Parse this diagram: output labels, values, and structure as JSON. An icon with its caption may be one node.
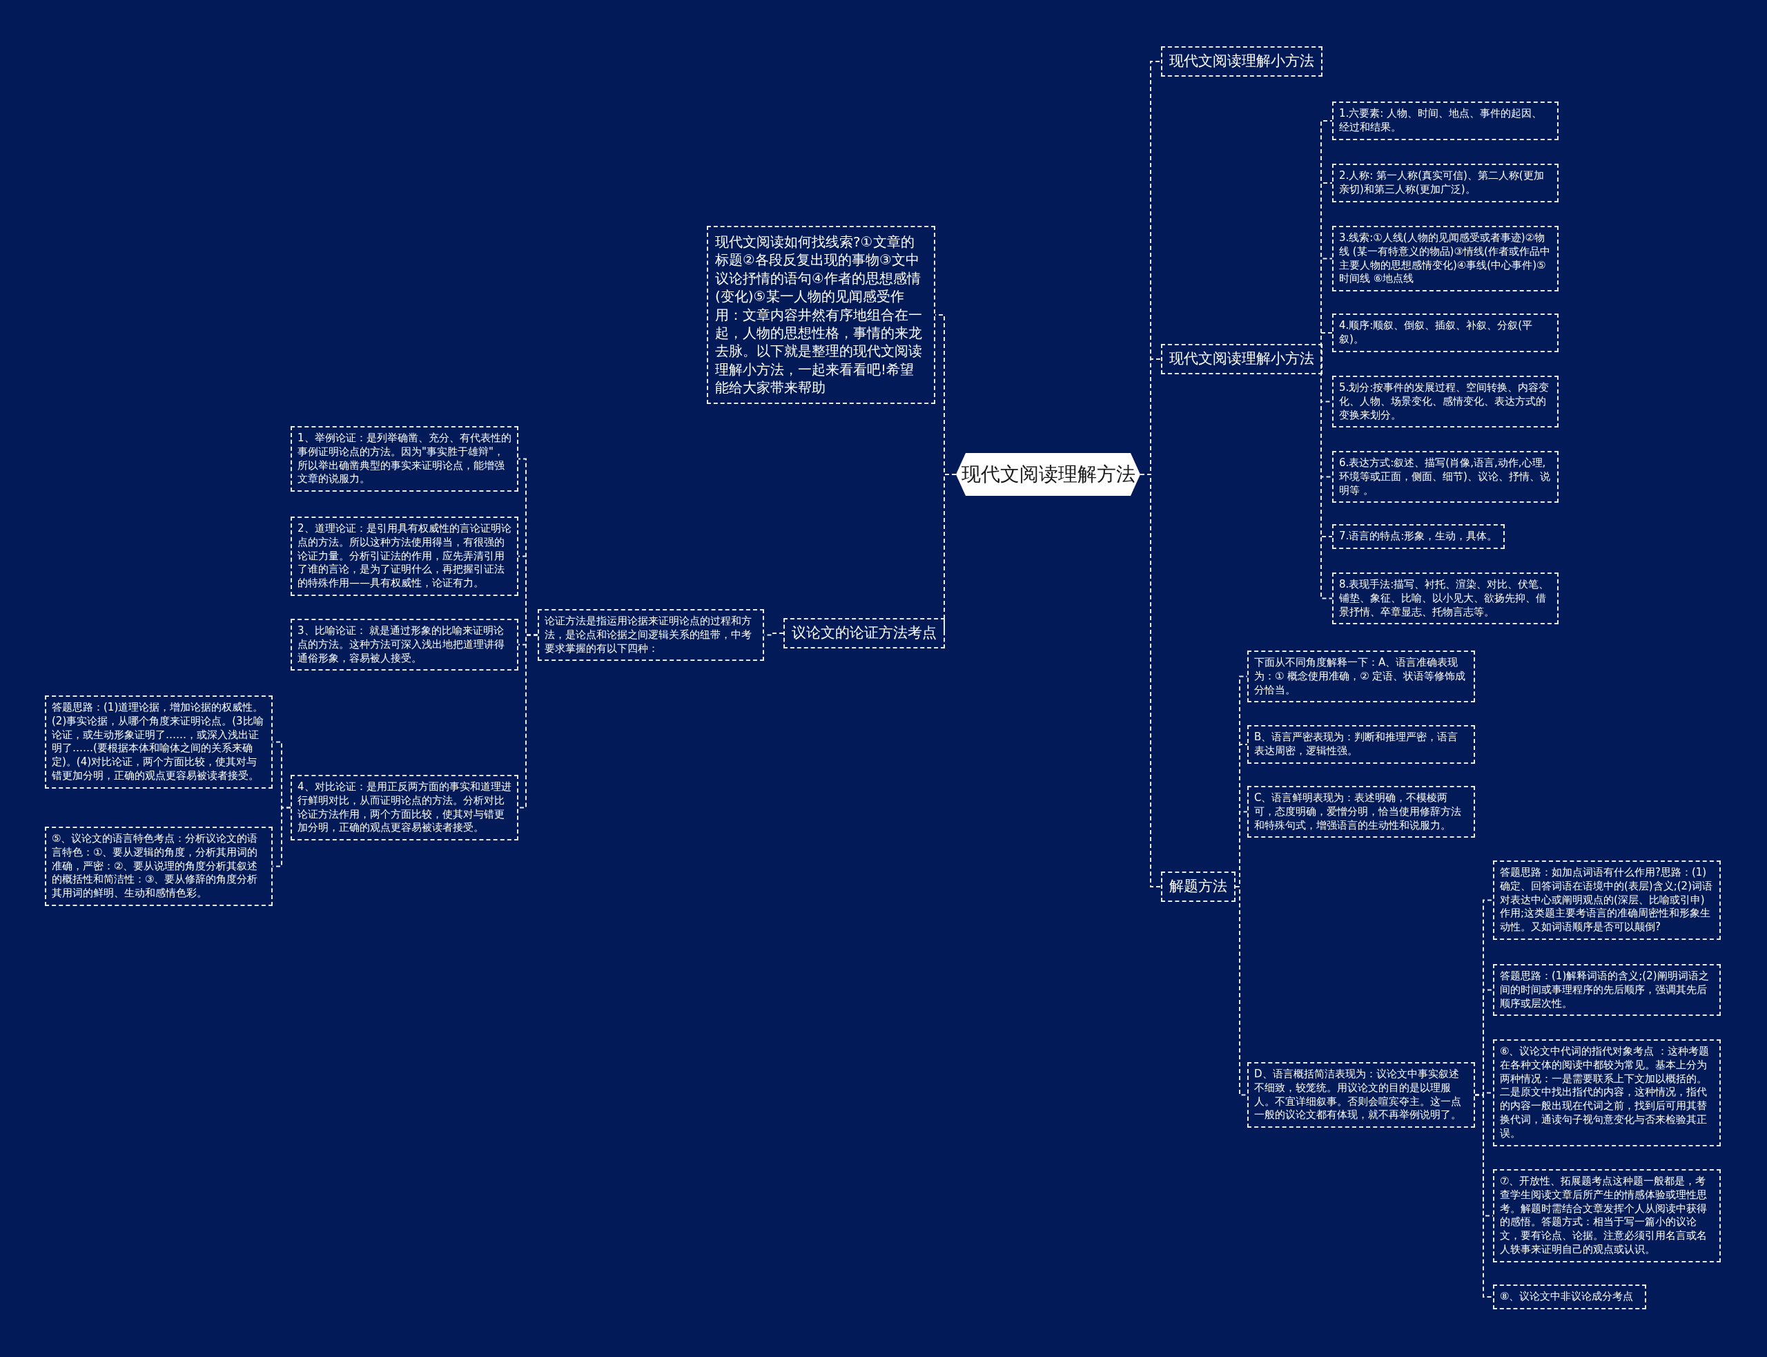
{
  "diagram": {
    "nodes": [
      {
        "text": [
          "现代文阅读理解方法"
        ]
      },
      {
        "text": [
          "现代文阅读如何找线索?①文章的标题②各段反复出现的事物③文中议论抒情的语句④作者的思想感情(变化)⑤某一人物的见闻感受作用：文章内容井然有序地组合在一起，人物的思想性格，事情的来龙去脉。以下就是整理的现代文阅读理解小方法，一起来看看吧!希望能给大家带来帮助"
        ]
      },
      {
        "text": [
          "议论文的论证方法考点"
        ]
      },
      {
        "text": [
          "现代文阅读理解小方法"
        ]
      },
      {
        "text": [
          "现代文阅读理解小方法"
        ]
      },
      {
        "text": [
          "解题方法"
        ]
      },
      {
        "text": [
          "1.六要素: 人物、时间、地点、事件的起因、经过和结果。"
        ]
      },
      {
        "text": [
          "2.人称: 第一人称(真实可信)、第二人称(更加亲切)和第三人称(更加广泛)。"
        ]
      },
      {
        "text": [
          "3.线索:①人线(人物的见闻感受或者事迹)②物线 (某一有特意义的物品)③情线(作者或作品中主要人物的思想感情变化)④事线(中心事件)⑤时间线 ⑥地点线"
        ]
      },
      {
        "text": [
          "4.顺序:顺叙、倒叙、插叙、补叙、分叙(平叙)。"
        ]
      },
      {
        "text": [
          "5.划分:按事件的发展过程、空间转换、内容变化、人物、场景变化、感情变化、表达方式的变换来划分。"
        ]
      },
      {
        "text": [
          "6.表达方式:叙述、描写(肖像,语言,动作,心理,环境等或正面，侧面、细节)、议论、抒情、说明等 。"
        ]
      },
      {
        "text": [
          "7.语言的特点:形象，生动，具体。"
        ]
      },
      {
        "text": [
          "8.表现手法:描写、衬托、渲染、对比、伏笔、铺垫、象征、比喻、以小见大、欲扬先抑、借景抒情、卒章显志、托物言志等。"
        ]
      },
      {
        "text": [
          "下面从不同角度解释一下：A、语言准确表现为：① 概念使用准确，② 定语、状语等修饰成分恰当。"
        ]
      },
      {
        "text": [
          "B、语言严密表现为：判断和推理严密，语言表达周密，逻辑性强。"
        ]
      },
      {
        "text": [
          "C、语言鲜明表现为：表述明确，不模棱两可，态度明确，爱憎分明，恰当使用修辞方法和特殊句式，增强语言的生动性和说服力。"
        ]
      },
      {
        "text": [
          "D、语言概括简洁表现为：议论文中事实叙述不细致，较笼统。用议论文的目的是以理服人。不宜详细叙事。否则会喧宾夺主。这一点一般的议论文都有体现，就不再举例说明了。"
        ]
      },
      {
        "text": [
          "答题思路：如加点词语有什么作用?思路：(1)确定、回答词语在语境中的(表层)含义;(2)词语对表达中心或阐明观点的(深层、比喻或引申)作用;这类题主要考语言的准确周密性和形象生动性。又如词语顺序是否可以颠倒?"
        ]
      },
      {
        "text": [
          "答题思路：(1)解释词语的含义;(2)阐明词语之间的时间或事理程序的先后顺序，强调其先后顺序或层次性。"
        ]
      },
      {
        "text": [
          "⑥、议论文中代词的指代对象考点 ：这种考题在各种文体的阅读中都较为常见。基本上分为两种情况：一是需要联系上下文加以概括的。二是原文中找出指代的内容，这种情况，指代的内容一般出现在代词之前，找到后可用其替换代词，通读句子视句意变化与否来检验其正误。"
        ]
      },
      {
        "text": [
          "⑦、开放性、拓展题考点这种题一般都是，考查学生阅读文章后所产生的情感体验或理性思考。解题时需结合文章发挥个人从阅读中获得的感悟。答题方式：相当于写一篇小的议论文，要有论点、论据。注意必须引用名言或名人轶事来证明自己的观点或认识。"
        ]
      },
      {
        "text": [
          "⑧、议论文中非议论成分考点"
        ]
      },
      {
        "text": [
          "论证方法是指运用论据来证明论点的过程和方法，是论点和论据之间逻辑关系的纽带，中考要求掌握的有以下四种："
        ]
      },
      {
        "text": [
          "1、举例论证：是列举确凿、充分、有代表性的事例证明论点的方法。因为\"事实胜于雄辩\"，所以举出确凿典型的事实来证明论点，能增强文章的说服力。"
        ]
      },
      {
        "text": [
          "2、道理论证：是引用具有权威性的言论证明论点的方法。所以这种方法使用得当，有很强的论证力量。分析引证法的作用，应先弄清引用了谁的言论，是为了证明什么，再把握引证法的特殊作用——具有权威性，论证有力。"
        ]
      },
      {
        "text": [
          "3、比喻论证： 就是通过形象的比喻来证明论点的方法。这种方法可深入浅出地把道理讲得通俗形象，容易被人接受。"
        ]
      },
      {
        "text": [
          "4、对比论证：是用正反两方面的事实和道理进行鲜明对比，从而证明论点的方法。分析对比论证方法作用，两个方面比较，使其对与错更加分明，正确的观点更容易被读者接受。"
        ]
      },
      {
        "text": [
          "答题思路：(1)道理论据，增加论据的权威性。(2)事实论据，从哪个角度来证明论点。(3比喻论证，或生动形象证明了……，或深入浅出证明了……(要根据本体和喻体之间的关系来确定)。(4)对比论证，两个方面比较，使其对与错更加分明，正确的观点更容易被读者接受。"
        ]
      },
      {
        "text": [
          "⑤、议论文的语言特色考点：分析议论文的语言特色：①、要从逻辑的角度，分析其用词的准确，严密：②、要从说理的角度分析其叙述的概括性和简洁性：③、要从修辞的角度分析其用词的鲜明、生动和感情色彩。"
        ]
      }
    ],
    "edges": [
      {
        "from": 0,
        "to": 1,
        "arrow": "none"
      },
      {
        "from": 0,
        "to": 2,
        "arrow": "none"
      },
      {
        "from": 0,
        "to": 3,
        "arrow": "none"
      },
      {
        "from": 0,
        "to": 4,
        "arrow": "none"
      },
      {
        "from": 0,
        "to": 5,
        "arrow": "none"
      },
      {
        "from": 4,
        "to": 6,
        "arrow": "none"
      },
      {
        "from": 4,
        "to": 7,
        "arrow": "none"
      },
      {
        "from": 4,
        "to": 8,
        "arrow": "none"
      },
      {
        "from": 4,
        "to": 9,
        "arrow": "none"
      },
      {
        "from": 4,
        "to": 10,
        "arrow": "none"
      },
      {
        "from": 4,
        "to": 11,
        "arrow": "none"
      },
      {
        "from": 4,
        "to": 12,
        "arrow": "none"
      },
      {
        "from": 4,
        "to": 13,
        "arrow": "none"
      },
      {
        "from": 5,
        "to": 14,
        "arrow": "none"
      },
      {
        "from": 5,
        "to": 15,
        "arrow": "none"
      },
      {
        "from": 5,
        "to": 16,
        "arrow": "none"
      },
      {
        "from": 5,
        "to": 17,
        "arrow": "none"
      },
      {
        "from": 17,
        "to": 18,
        "arrow": "none"
      },
      {
        "from": 17,
        "to": 19,
        "arrow": "none"
      },
      {
        "from": 17,
        "to": 20,
        "arrow": "none"
      },
      {
        "from": 17,
        "to": 21,
        "arrow": "none"
      },
      {
        "from": 17,
        "to": 22,
        "arrow": "none"
      },
      {
        "from": 2,
        "to": 23,
        "arrow": "none"
      },
      {
        "from": 23,
        "to": 24,
        "arrow": "none"
      },
      {
        "from": 23,
        "to": 25,
        "arrow": "none"
      },
      {
        "from": 23,
        "to": 26,
        "arrow": "none"
      },
      {
        "from": 23,
        "to": 27,
        "arrow": "none"
      },
      {
        "from": 27,
        "to": 28,
        "arrow": "none"
      },
      {
        "from": 27,
        "to": 29,
        "arrow": "none"
      }
    ]
  }
}
